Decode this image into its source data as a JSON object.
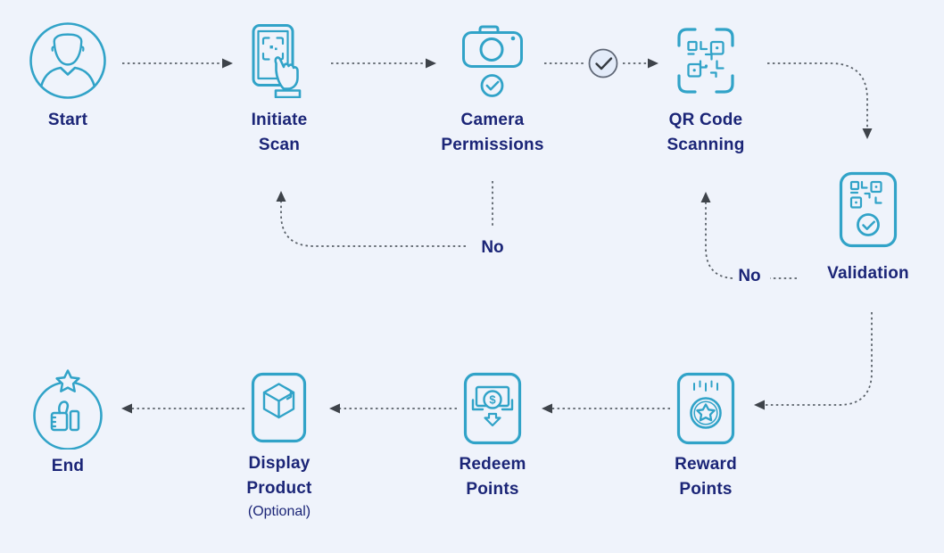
{
  "colors": {
    "background": "#eff3fb",
    "icon_stroke": "#31a3c8",
    "label_text": "#1b2577",
    "arrow_line": "#5a6169",
    "arrow_head": "#3e434a",
    "badge_fill": "#e3ebf9",
    "badge_stroke": "#606877",
    "badge_check": "#353a41"
  },
  "nodes": {
    "start": {
      "label": "Start",
      "icon": "person-icon"
    },
    "initiate_scan": {
      "label": "Initiate\nScan",
      "icon": "phone-scan-icon"
    },
    "camera_permissions": {
      "label": "Camera\nPermissions",
      "icon": "camera-check-icon"
    },
    "qr_code_scanning": {
      "label": "QR Code\nScanning",
      "icon": "qr-scan-frame-icon"
    },
    "validation": {
      "label": "Validation",
      "icon": "qr-check-card-icon"
    },
    "reward_points": {
      "label": "Reward\nPoints",
      "icon": "star-medal-card-icon"
    },
    "redeem_points": {
      "label": "Redeem\nPoints",
      "icon": "cash-redeem-card-icon"
    },
    "display_product": {
      "label": "Display\nProduct",
      "sublabel": "(Optional)",
      "icon": "package-box-card-icon"
    },
    "end": {
      "label": "End",
      "icon": "thumbs-up-star-icon"
    }
  },
  "edges": {
    "camera_no": {
      "label": "No",
      "from": "Camera Permissions",
      "to": "Initiate Scan"
    },
    "validation_no": {
      "label": "No",
      "from": "Validation",
      "to": "QR Code Scanning"
    },
    "approved_badge": {
      "icon": "check-circle-icon",
      "from": "Camera Permissions",
      "to": "QR Code Scanning"
    }
  },
  "sequence": [
    "Start",
    "Initiate Scan",
    "Camera Permissions",
    "QR Code Scanning",
    "Validation",
    "Reward Points",
    "Redeem Points",
    "Display Product (Optional)",
    "End"
  ]
}
